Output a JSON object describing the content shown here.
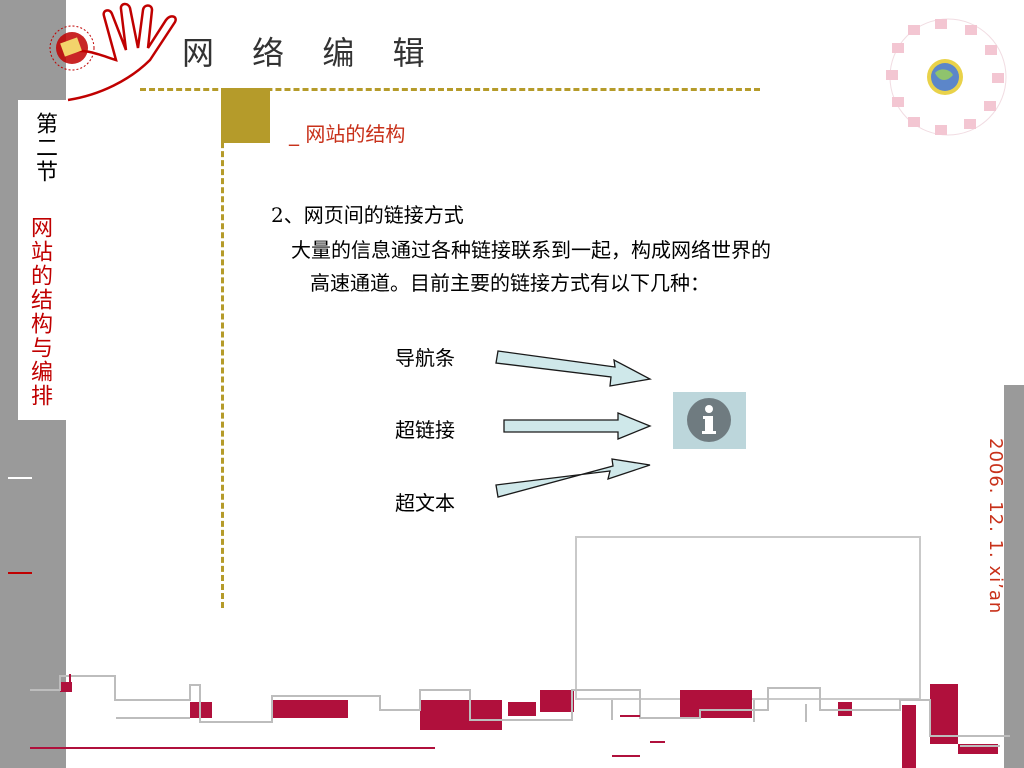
{
  "header": {
    "title": "网 络 编 辑"
  },
  "sidebar": {
    "section_number": "第二节",
    "section_topic": "网站的结构与编排"
  },
  "slide": {
    "subtitle": "_ 网站的结构",
    "heading": "2、网页间的链接方式",
    "paragraph_line1": "大量的信息通过各种链接联系到一起，构成网络世界的",
    "paragraph_line2": "高速通道。目前主要的链接方式有以下几种：",
    "link_types": [
      "导航条",
      "超链接",
      "超文本"
    ]
  },
  "footer": {
    "date": "2006. 12. 1. xi’an"
  },
  "colors": {
    "accent_gold": "#b59b2a",
    "accent_red": "#c00000",
    "sidebar_gray": "#9a9a9a",
    "arrow_fill": "#cfe8ea",
    "info_box": "#bcd6db"
  },
  "icons": [
    "hand-logo-icon",
    "globe-icon",
    "info-icon",
    "arrow-icon"
  ]
}
